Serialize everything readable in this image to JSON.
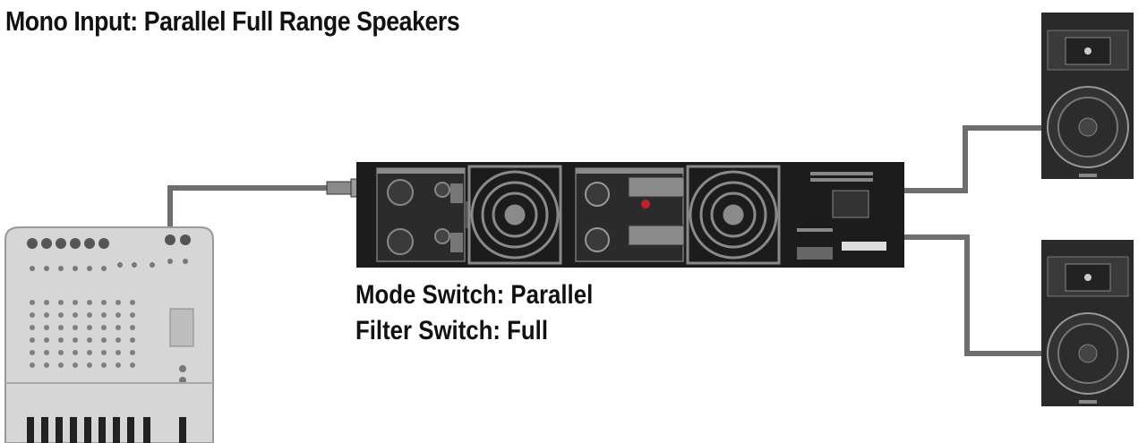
{
  "title": "Mono Input: Parallel Full Range Speakers",
  "caption": {
    "mode_switch": "Mode Switch: Parallel",
    "filter_switch": "Filter Switch: Full"
  }
}
